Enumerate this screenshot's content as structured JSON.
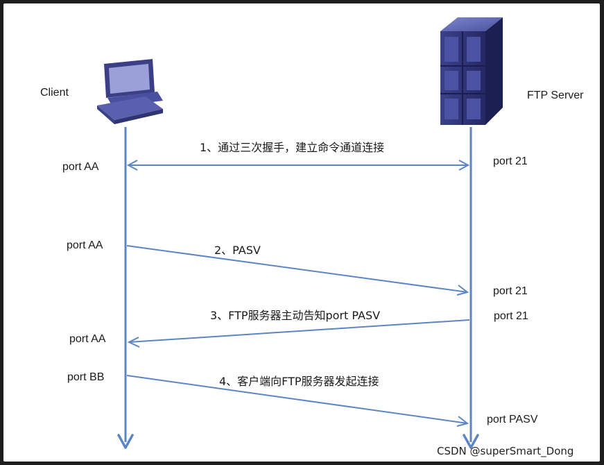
{
  "client": {
    "name": "Client",
    "icon": "computer-icon"
  },
  "server": {
    "name": "FTP Server",
    "icon": "server-rack-icon"
  },
  "port_labels": {
    "client_1": "port AA",
    "client_2": "port AA",
    "client_3": "port AA",
    "client_4": "port BB",
    "server_1": "port 21",
    "server_2": "port 21",
    "server_3": "port 21",
    "server_4": "port PASV"
  },
  "messages": {
    "m1": "1、通过三次握手，建立命令通道连接",
    "m2": "2、PASV",
    "m3": "3、FTP服务器主动告知port PASV",
    "m4": "4、客户端向FTP服务器发起连接"
  },
  "watermark": "CSDN @superSmart_Dong",
  "colors": {
    "line": "#5b85c4",
    "background": "#ffffff",
    "outer": "#1e1e1e",
    "server": "#2e3372"
  }
}
